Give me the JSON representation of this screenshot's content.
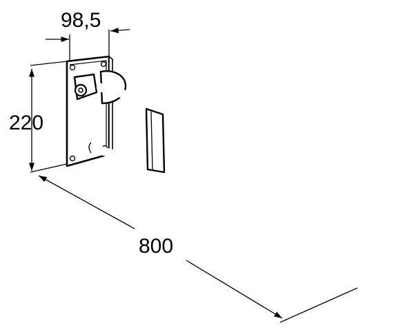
{
  "dimensions": {
    "width_label": "98,5",
    "height_label": "220",
    "length_label": "800"
  },
  "colors": {
    "line": "#000000",
    "background": "#ffffff"
  }
}
